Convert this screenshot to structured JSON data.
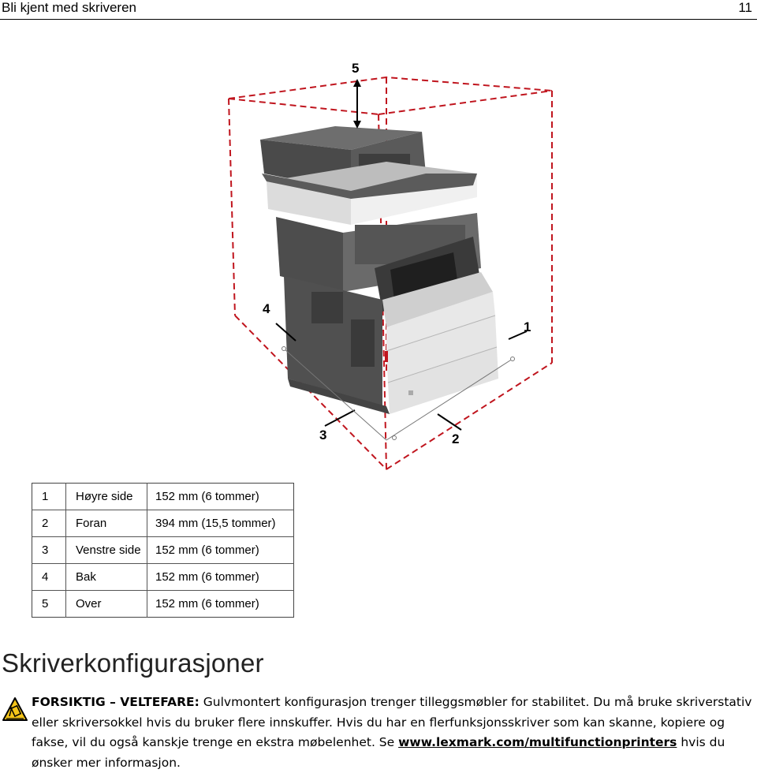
{
  "header": {
    "title": "Bli kjent med skriveren",
    "page_number": "11"
  },
  "figure": {
    "callouts": [
      "1",
      "2",
      "3",
      "4",
      "5"
    ]
  },
  "dimensions": [
    {
      "num": "1",
      "side": "Høyre side",
      "value": "152 mm (6 tommer)"
    },
    {
      "num": "2",
      "side": "Foran",
      "value": "394 mm (15,5 tommer)"
    },
    {
      "num": "3",
      "side": "Venstre side",
      "value": "152 mm (6 tommer)"
    },
    {
      "num": "4",
      "side": "Bak",
      "value": "152 mm (6 tommer)"
    },
    {
      "num": "5",
      "side": "Over",
      "value": "152 mm (6 tommer)"
    }
  ],
  "section": {
    "title": "Skriverkonfigurasjoner",
    "caution_label": "FORSIKTIG – VELTEFARE:",
    "caution_text_1": " Gulvmontert konfigurasjon trenger tilleggsmøbler for stabilitet. Du må bruke skriverstativ eller skriversokkel hvis du bruker flere innskuffer. Hvis du har en flerfunksjonsskriver som kan skanne, kopiere og fakse, vil du også kanskje trenge en ekstra møbelenhet. Se ",
    "link_text": "www.lexmark.com/multifunctionprinters",
    "caution_text_2": " hvis du ønsker mer informasjon."
  },
  "colors": {
    "clearance_box": "#c0151e",
    "printer_dark": "#4a4a4a",
    "printer_light": "#e6e6e6"
  }
}
